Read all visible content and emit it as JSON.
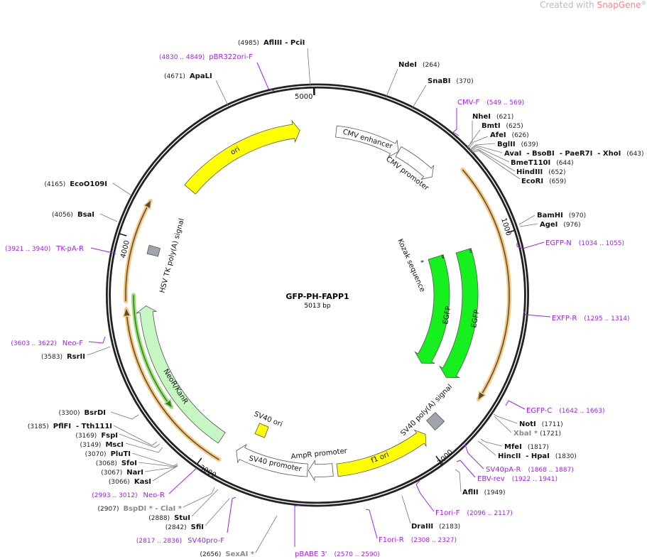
{
  "watermark": {
    "prefix": "Created with ",
    "brand": "SnapGene",
    "reg": "®"
  },
  "plasmid": {
    "name": "GFP-PH-FAPP1",
    "size_label": "5013 bp",
    "length": 5013
  },
  "ticks": [
    "1000",
    "2000",
    "3000",
    "4000",
    "5000"
  ],
  "colors": {
    "backbone": "#222222",
    "primer": "#a020f0",
    "orf_halo": "#f7c67a",
    "egfp": "#16f01e",
    "yellow": "#ffff00",
    "neo": "#c6f7c2",
    "gray_box": "#a0a5ad"
  },
  "features": [
    {
      "name": "CMV enhancer",
      "start": 91,
      "end": 410,
      "dir": 1,
      "color": "#ffffff"
    },
    {
      "name": "CMV promoter",
      "start": 410,
      "end": 614,
      "dir": 1,
      "color": "#ffffff"
    },
    {
      "name": "EGFP",
      "start": 1017,
      "end": 1707,
      "dir": 1,
      "color": "#16f01e"
    },
    {
      "name": "EGFP",
      "start": 1005,
      "end": 1715,
      "dir": 1,
      "color": "#16f01e"
    },
    {
      "name": "SV40 poly(A) signal",
      "start": 1878,
      "end": 1935,
      "dir": 0,
      "color": "#a0a5ad"
    },
    {
      "name": "f1 ori",
      "start": 1980,
      "end": 2416,
      "dir": -1,
      "color": "#ffff00"
    },
    {
      "name": "AmpR promoter",
      "start": 2437,
      "end": 2548,
      "dir": 1,
      "color": "#ffffff"
    },
    {
      "name": "SV40 promoter",
      "start": 2552,
      "end": 2890,
      "dir": 1,
      "color": "#ffffff"
    },
    {
      "name": "SV40 ori",
      "start": 2790,
      "end": 2845,
      "dir": 0,
      "color": "#ffff00"
    },
    {
      "name": "NeoR/KanR",
      "start": 2978,
      "end": 3710,
      "dir": 1,
      "color": "#c6f7c2"
    },
    {
      "name": "HSV TK poly(A) signal",
      "start": 3950,
      "end": 3990,
      "dir": 0,
      "color": "#a0a5ad"
    },
    {
      "name": "ori",
      "start": 4312,
      "end": 4928,
      "dir": 1,
      "color": "#ffff00"
    },
    {
      "name": "Kozak sequence",
      "start": 1000,
      "end": 1010,
      "dir": 0,
      "color": "#888888"
    }
  ],
  "orfs": [
    {
      "start": 685,
      "end": 1710,
      "dir": 1,
      "color": "#f7c67a"
    },
    {
      "start": 2937,
      "end": 3700,
      "dir": 1,
      "color": "#f7c67a"
    },
    {
      "start": 3735,
      "end": 4168,
      "dir": 1,
      "color": "#f7c67a"
    },
    {
      "start": 3239,
      "end": 3760,
      "dir": -1,
      "color": "#9be07a"
    }
  ],
  "sites": [
    {
      "name": "AflIII",
      "name2": "PciI",
      "pos": "(4985)"
    },
    {
      "name": "ApaLI",
      "pos": "(4671)"
    },
    {
      "name": "NdeI",
      "pos": "(264)"
    },
    {
      "name": "SnaBI",
      "pos": "(370)"
    },
    {
      "name": "NheI",
      "pos": "(621)"
    },
    {
      "name": "BmtI",
      "pos": "(625)"
    },
    {
      "name": "AfeI",
      "pos": "(626)"
    },
    {
      "name": "BglII",
      "pos": "(639)"
    },
    {
      "name": "AvaI  - BsoBI  - PaeR7I  - XhoI",
      "pos": "(643)"
    },
    {
      "name": "BmeT110I",
      "pos": "(644)"
    },
    {
      "name": "HindIII",
      "pos": "(652)"
    },
    {
      "name": "EcoRI",
      "pos": "(659)"
    },
    {
      "name": "BamHI",
      "pos": "(970)"
    },
    {
      "name": "AgeI",
      "pos": "(976)"
    },
    {
      "name": "NotI",
      "pos": "(1711)"
    },
    {
      "name": "XbaI *",
      "pos": "(1721)"
    },
    {
      "name": "MfeI",
      "pos": "(1817)"
    },
    {
      "name": "HincII  - HpaI",
      "pos": "(1830)"
    },
    {
      "name": "AflII",
      "pos": "(1949)"
    },
    {
      "name": "DraIII",
      "pos": "(2183)"
    },
    {
      "name": "SexAI *",
      "pos": "(2656)"
    },
    {
      "name": "SfiI",
      "pos": "(2842)"
    },
    {
      "name": "StuI",
      "pos": "(2888)"
    },
    {
      "name": "BspDI * - ClaI *",
      "pos": "(2907)"
    },
    {
      "name": "KasI",
      "pos": "(3066)"
    },
    {
      "name": "NarI",
      "pos": "(3067)"
    },
    {
      "name": "SfoI",
      "pos": "(3068)"
    },
    {
      "name": "PluTI",
      "pos": "(3070)"
    },
    {
      "name": "MscI",
      "pos": "(3149)"
    },
    {
      "name": "FspI",
      "pos": "(3169)"
    },
    {
      "name": "PflFI  - Tth111I",
      "pos": "(3185)"
    },
    {
      "name": "BsrDI",
      "pos": "(3300)"
    },
    {
      "name": "RsrII",
      "pos": "(3583)"
    },
    {
      "name": "BsaI",
      "pos": "(4056)"
    },
    {
      "name": "EcoO109I",
      "pos": "(4165)"
    }
  ],
  "primers": [
    {
      "name": "pBR322ori-F",
      "range": "(4830 .. 4849)"
    },
    {
      "name": "CMV-F",
      "range": "(549 .. 569)"
    },
    {
      "name": "EGFP-N",
      "range": "(1034 .. 1055)"
    },
    {
      "name": "EXFP-R",
      "range": "(1295 .. 1314)"
    },
    {
      "name": "EGFP-C",
      "range": "(1642 .. 1663)"
    },
    {
      "name": "SV40pA-R",
      "range": "(1868 .. 1887)"
    },
    {
      "name": "EBV-rev",
      "range": "(1922 .. 1941)"
    },
    {
      "name": "F1ori-F",
      "range": "(2096 .. 2117)"
    },
    {
      "name": "F1ori-R",
      "range": "(2308 .. 2327)"
    },
    {
      "name": "pBABE 3'",
      "range": "(2570 .. 2590)"
    },
    {
      "name": "SV40pro-F",
      "range": "(2817 .. 2836)"
    },
    {
      "name": "Neo-R",
      "range": "(2993 .. 3012)"
    },
    {
      "name": "Neo-F",
      "range": "(3603 .. 3622)"
    },
    {
      "name": "TK-pA-R",
      "range": "(3921 .. 3940)"
    }
  ]
}
